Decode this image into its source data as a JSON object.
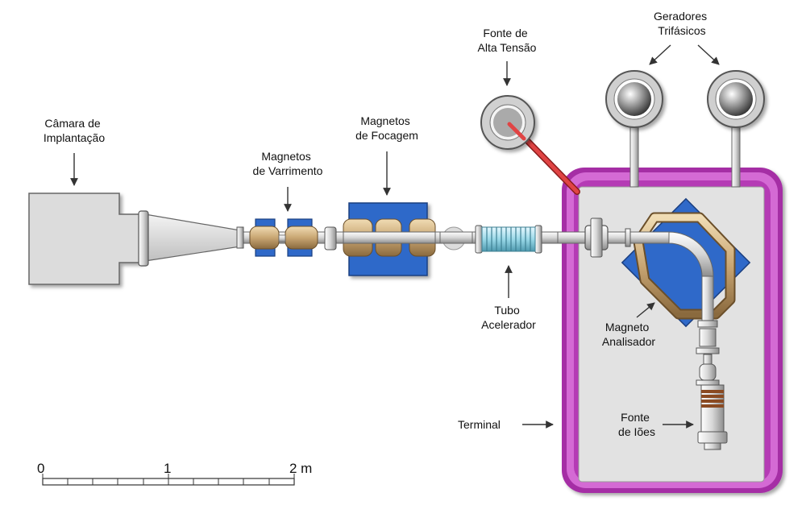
{
  "labels": {
    "camara": [
      "Câmara de",
      "Implantação"
    ],
    "varrimento": [
      "Magnetos",
      "de Varrimento"
    ],
    "focagem": [
      "Magnetos",
      "de Focagem"
    ],
    "fonte_alta": [
      "Fonte de",
      "Alta Tensão"
    ],
    "geradores": [
      "Geradores",
      "Trifásicos"
    ],
    "tubo": [
      "Tubo",
      "Acelerador"
    ],
    "magneto_analisador": [
      "Magneto",
      "Analisador"
    ],
    "terminal": "Terminal",
    "fonte_ioes": [
      "Fonte",
      "de Iões"
    ]
  },
  "scale_bar": {
    "ticks": [
      "0",
      "1",
      "2 m"
    ]
  },
  "colors": {
    "terminal_frame": "#b535b5",
    "magnet_blue": "#2f69c9",
    "coil_tan": "#c9a673",
    "hv_cable": "#d83a3a",
    "panel_gray": "#e2e2e2"
  }
}
